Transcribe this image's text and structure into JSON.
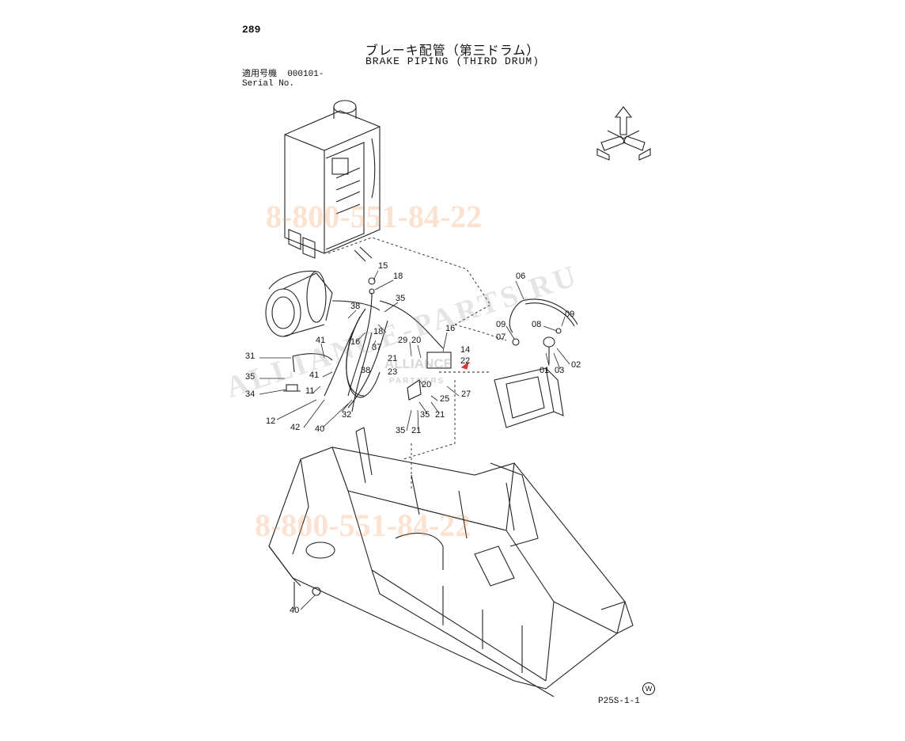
{
  "header": {
    "page_number": "289",
    "title_jp": "ブレーキ配管（第三ドラム）",
    "title_en": "BRAKE PIPING (THIRD DRUM)",
    "serial_label_jp": "適用号機",
    "serial_value": "000101-",
    "serial_label_en": "Serial No."
  },
  "footer": {
    "drawing_code": "P25S-1-1",
    "w_mark": "W"
  },
  "watermarks": {
    "phone_1": "8-800-551-84-22",
    "phone_2": "8-800-551-84-22",
    "site": "ALLIANCE-PARTS.RU",
    "logo": "ALLIANCE",
    "logo_sub": "PARTNERS"
  },
  "callouts": [
    {
      "id": "c15",
      "label": "15"
    },
    {
      "id": "c18a",
      "label": "18"
    },
    {
      "id": "c06",
      "label": "06"
    },
    {
      "id": "c38a",
      "label": "38"
    },
    {
      "id": "c35a",
      "label": "35"
    },
    {
      "id": "c18b",
      "label": "18"
    },
    {
      "id": "c16a",
      "label": "16"
    },
    {
      "id": "c09a",
      "label": "09"
    },
    {
      "id": "c07",
      "label": "07"
    },
    {
      "id": "c08",
      "label": "08"
    },
    {
      "id": "c09b",
      "label": "09"
    },
    {
      "id": "c41a",
      "label": "41"
    },
    {
      "id": "c16b",
      "label": "16"
    },
    {
      "id": "c29",
      "label": "29"
    },
    {
      "id": "c20a",
      "label": "20"
    },
    {
      "id": "c14",
      "label": "14"
    },
    {
      "id": "c22",
      "label": "22"
    },
    {
      "id": "c01",
      "label": "01"
    },
    {
      "id": "c03",
      "label": "03"
    },
    {
      "id": "c02",
      "label": "02"
    },
    {
      "id": "c31",
      "label": "31"
    },
    {
      "id": "c37",
      "label": "37"
    },
    {
      "id": "c21a",
      "label": "21"
    },
    {
      "id": "c23",
      "label": "23"
    },
    {
      "id": "c35b",
      "label": "35"
    },
    {
      "id": "c41b",
      "label": "41"
    },
    {
      "id": "c38b",
      "label": "38"
    },
    {
      "id": "c20b",
      "label": "20"
    },
    {
      "id": "c34",
      "label": "34"
    },
    {
      "id": "c11",
      "label": "11"
    },
    {
      "id": "c25",
      "label": "25"
    },
    {
      "id": "c27",
      "label": "27"
    },
    {
      "id": "c12",
      "label": "12"
    },
    {
      "id": "c32",
      "label": "32"
    },
    {
      "id": "c35c",
      "label": "35"
    },
    {
      "id": "c21b",
      "label": "21"
    },
    {
      "id": "c42",
      "label": "42"
    },
    {
      "id": "c40a",
      "label": "40"
    },
    {
      "id": "c35d",
      "label": "35"
    },
    {
      "id": "c21c",
      "label": "21"
    },
    {
      "id": "c40b",
      "label": "40"
    }
  ]
}
